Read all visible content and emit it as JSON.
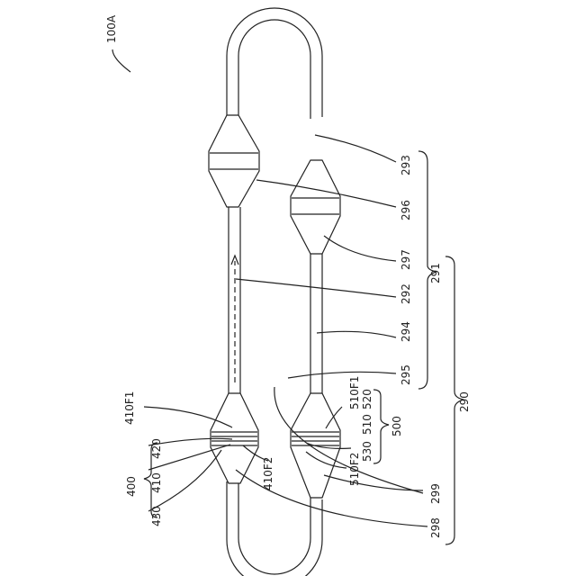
{
  "figure": {
    "ref_label": "100A",
    "labels": {
      "l293": "293",
      "l296": "296",
      "l297": "297",
      "l292": "292",
      "l294": "294",
      "l295": "295",
      "l291": "291",
      "l290": "290",
      "l500": "500",
      "l510F1": "510F1",
      "l520": "520",
      "l510": "510",
      "l530": "530",
      "l510F2": "510F2",
      "l299": "299",
      "l298": "298",
      "l410F1": "410F1",
      "l420": "420",
      "l410": "410",
      "l430": "430",
      "l400": "400",
      "l410F2": "410F2"
    }
  }
}
